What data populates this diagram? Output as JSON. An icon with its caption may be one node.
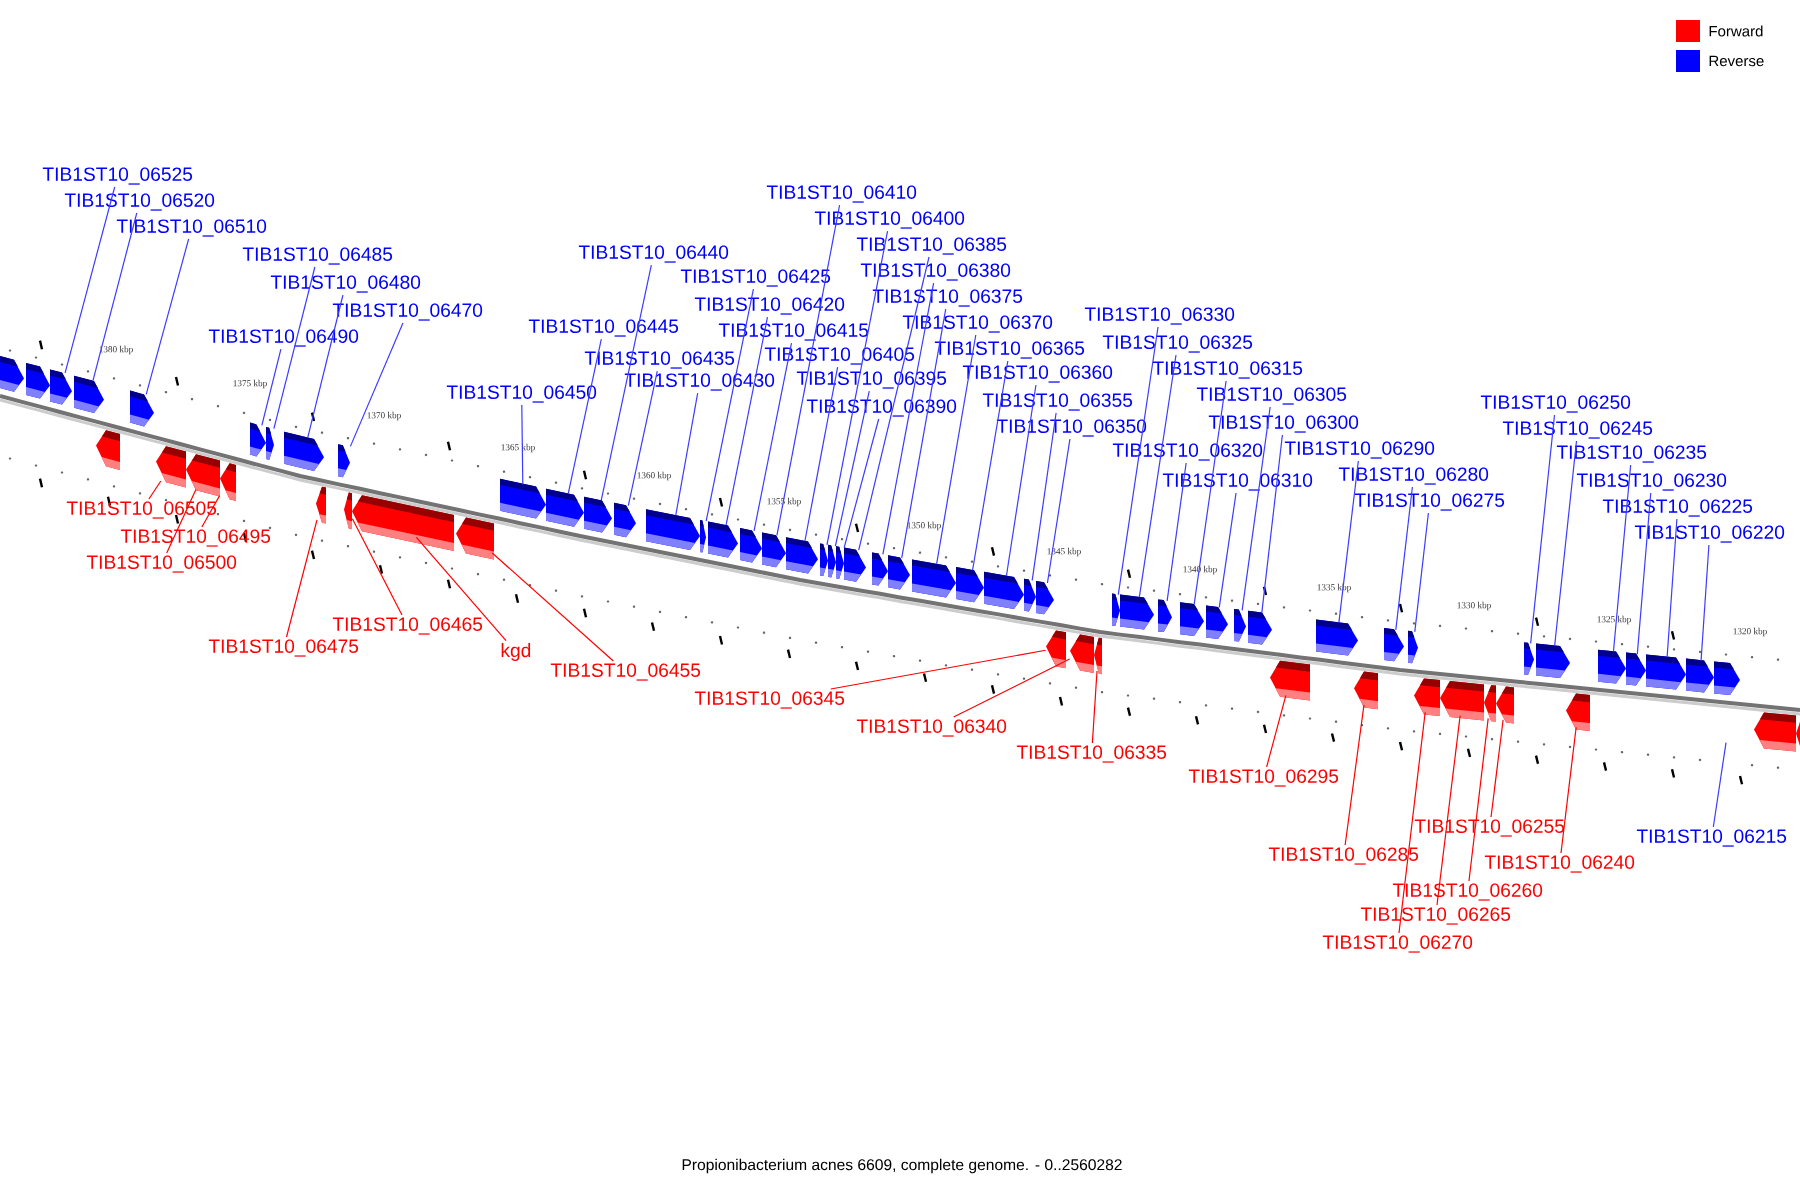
{
  "diagram": {
    "caption": "Propionibacterium acnes 6609, complete genome. - 0..2560282",
    "nodes": [
      {
        "text": [
          "TIB1ST10_06525"
        ]
      },
      {
        "text": [
          "TIB1ST10_06410"
        ]
      },
      {
        "text": [
          "TIB1ST10_06520"
        ]
      },
      {
        "text": [
          "TIB1ST10_06400"
        ]
      },
      {
        "text": [
          "TIB1ST10_06510"
        ]
      },
      {
        "text": [
          "TIB1ST10_06385"
        ]
      },
      {
        "text": [
          "TIB1ST10_06440"
        ]
      },
      {
        "text": [
          "TIB1ST10_06485"
        ]
      },
      {
        "text": [
          "TIB1ST10_06380"
        ]
      },
      {
        "text": [
          "TIB1ST10_06425"
        ]
      },
      {
        "text": [
          "TIB1ST10_06480"
        ]
      },
      {
        "text": [
          "TIB1ST10_06375"
        ]
      },
      {
        "text": [
          "TIB1ST10_06420"
        ]
      },
      {
        "text": [
          "TIB1ST10_06470"
        ]
      },
      {
        "text": [
          "TIB1ST10_06330"
        ]
      },
      {
        "text": [
          "TIB1ST10_06370"
        ]
      },
      {
        "text": [
          "TIB1ST10_06445"
        ]
      },
      {
        "text": [
          "TIB1ST10_06415"
        ]
      },
      {
        "text": [
          "TIB1ST10_06490"
        ]
      },
      {
        "text": [
          "TIB1ST10_06325"
        ]
      },
      {
        "text": [
          "TIB1ST10_06365"
        ]
      },
      {
        "text": [
          "TIB1ST10_06405"
        ]
      },
      {
        "text": [
          "TIB1ST10_06435"
        ]
      },
      {
        "text": [
          "TIB1ST10_06315"
        ]
      },
      {
        "text": [
          "TIB1ST10_06360"
        ]
      },
      {
        "text": [
          "TIB1ST10_06395"
        ]
      },
      {
        "text": [
          "TIB1ST10_06430"
        ]
      },
      {
        "text": [
          "TIB1ST10_06450"
        ]
      },
      {
        "text": [
          "TIB1ST10_06305"
        ]
      },
      {
        "text": [
          "TIB1ST10_06355"
        ]
      },
      {
        "text": [
          "TIB1ST10_06250"
        ]
      },
      {
        "text": [
          "TIB1ST10_06390"
        ]
      },
      {
        "text": [
          "TIB1ST10_06300"
        ]
      },
      {
        "text": [
          "TIB1ST10_06350"
        ]
      },
      {
        "text": [
          "TIB1ST10_06245"
        ]
      },
      {
        "text": [
          "TIB1ST10_06320"
        ]
      },
      {
        "text": [
          "TIB1ST10_06290"
        ]
      },
      {
        "text": [
          "TIB1ST10_06235"
        ]
      },
      {
        "text": [
          "TIB1ST10_06280"
        ]
      },
      {
        "text": [
          "TIB1ST10_06310"
        ]
      },
      {
        "text": [
          "TIB1ST10_06230"
        ]
      },
      {
        "text": [
          "TIB1ST10_06275"
        ]
      },
      {
        "text": [
          "TIB1ST10_06225"
        ]
      },
      {
        "text": [
          "TIB1ST10_06505"
        ]
      },
      {
        "text": [
          "TIB1ST10_06220"
        ]
      },
      {
        "text": [
          "TIB1ST10_06495"
        ]
      },
      {
        "text": [
          "TIB1ST10_06500"
        ]
      },
      {
        "text": [
          "TIB1ST10_06465"
        ]
      },
      {
        "text": [
          "TIB1ST10_06475"
        ]
      },
      {
        "text": [
          "kgd"
        ]
      },
      {
        "text": [
          "TIB1ST10_06455"
        ]
      },
      {
        "text": [
          "TIB1ST10_06345"
        ]
      },
      {
        "text": [
          "TIB1ST10_06340"
        ]
      },
      {
        "text": [
          "TIB1ST10_06335"
        ]
      },
      {
        "text": [
          "TIB1ST10_06295"
        ]
      },
      {
        "text": [
          "TIB1ST10_06255"
        ]
      },
      {
        "text": [
          "TIB1ST10_06215"
        ]
      },
      {
        "text": [
          "TIB1ST10_06285"
        ]
      },
      {
        "text": [
          "TIB1ST10_06240"
        ]
      },
      {
        "text": [
          "TIB1ST10_06260"
        ]
      },
      {
        "text": [
          "TIB1ST10_06265"
        ]
      },
      {
        "text": [
          "TIB1ST10_06270"
        ]
      },
      {
        "text": [],
        "shape": "pentagon"
      },
      {
        "text": [],
        "shape": "pentagon"
      },
      {
        "text": [],
        "shape": "pentagon"
      },
      {
        "text": [],
        "shape": "pentagon"
      },
      {
        "text": [],
        "shape": "pentagon"
      },
      {
        "text": [],
        "shape": "pentagon"
      },
      {
        "text": [],
        "shape": "pentagon"
      },
      {
        "text": [],
        "shape": "pentagon"
      },
      {
        "text": [],
        "shape": "pentagon"
      },
      {
        "text": [],
        "shape": "pentagon"
      },
      {
        "text": [],
        "shape": "pentagon"
      },
      {
        "text": [],
        "shape": "pentagon"
      },
      {
        "text": [],
        "shape": "pentagon"
      },
      {
        "text": [],
        "shape": "pentagon"
      },
      {
        "text": [],
        "shape": "pentagon"
      },
      {
        "text": [],
        "shape": "pentagon"
      },
      {
        "text": [],
        "shape": "pentagon"
      },
      {
        "text": [],
        "shape": "pentagon"
      },
      {
        "text": [],
        "shape": "pentagon"
      },
      {
        "text": [],
        "shape": "pentagon"
      },
      {
        "text": [],
        "shape": "pentagon"
      },
      {
        "text": [],
        "shape": "pentagon"
      },
      {
        "text": [],
        "shape": "pentagon"
      },
      {
        "text": [],
        "shape": "pentagon"
      },
      {
        "text": [],
        "shape": "pentagon"
      },
      {
        "text": [],
        "shape": "pentagon"
      },
      {
        "text": [],
        "shape": "pentagon"
      },
      {
        "text": [],
        "shape": "pentagon"
      },
      {
        "text": [],
        "shape": "pentagon"
      },
      {
        "text": [],
        "shape": "pentagon"
      },
      {
        "text": [],
        "shape": "pentagon"
      },
      {
        "text": [],
        "shape": "pentagon"
      },
      {
        "text": [],
        "shape": "pentagon"
      },
      {
        "text": [],
        "shape": "pentagon"
      },
      {
        "text": [],
        "shape": "pentagon"
      },
      {
        "text": [],
        "shape": "pentagon"
      },
      {
        "text": [],
        "shape": "pentagon"
      },
      {
        "text": [],
        "shape": "pentagon"
      },
      {
        "text": [],
        "shape": "pentagon"
      },
      {
        "text": [],
        "shape": "pentagon"
      },
      {
        "text": [],
        "shape": "pentagon"
      },
      {
        "text": [],
        "shape": "pentagon"
      },
      {
        "text": [],
        "shape": "pentagon"
      },
      {
        "text": [],
        "shape": "pentagon"
      },
      {
        "text": [],
        "shape": "pentagon"
      },
      {
        "text": [],
        "shape": "pentagon"
      },
      {
        "text": [],
        "shape": "pentagon"
      },
      {
        "text": [],
        "shape": "pentagon"
      },
      {
        "text": [],
        "shape": "pentagon"
      },
      {
        "text": [],
        "shape": "pentagon"
      },
      {
        "text": [],
        "shape": "pentagon"
      },
      {
        "text": [],
        "shape": "pentagon"
      },
      {
        "text": [],
        "shape": "pentagon"
      },
      {
        "text": [],
        "shape": "pentagon"
      },
      {
        "text": [],
        "shape": "pentagon"
      },
      {
        "text": [],
        "shape": "pentagon"
      },
      {
        "text": [],
        "shape": "pentagon"
      },
      {
        "text": [],
        "shape": "pentagon"
      },
      {
        "text": [],
        "shape": "pentagon"
      },
      {
        "text": [],
        "shape": "pentagon"
      },
      {
        "text": [],
        "shape": "pentagon"
      },
      {
        "text": [],
        "shape": "pentagon"
      },
      {
        "text": [],
        "shape": "pentagon"
      },
      {
        "text": [],
        "shape": "pentagon"
      },
      {
        "text": [],
        "shape": "pentagon"
      },
      {
        "text": [],
        "shape": "pentagon"
      },
      {
        "text": [],
        "shape": "pentagon"
      }
    ],
    "edges": [
      {
        "from": 0,
        "to": 64,
        "arrow": "none"
      },
      {
        "from": 1,
        "to": 79,
        "arrow": "none"
      },
      {
        "from": 2,
        "to": 65,
        "arrow": "none"
      },
      {
        "from": 3,
        "to": 81,
        "arrow": "none"
      },
      {
        "from": 4,
        "to": 66,
        "arrow": "none"
      },
      {
        "from": 5,
        "to": 84,
        "arrow": "none"
      },
      {
        "from": 6,
        "to": 73,
        "arrow": "none"
      },
      {
        "from": 7,
        "to": 68,
        "arrow": "none"
      },
      {
        "from": 8,
        "to": 85,
        "arrow": "none"
      },
      {
        "from": 9,
        "to": 76,
        "arrow": "none"
      },
      {
        "from": 10,
        "to": 69,
        "arrow": "none"
      },
      {
        "from": 11,
        "to": 86,
        "arrow": "none"
      },
      {
        "from": 12,
        "to": 77,
        "arrow": "none"
      },
      {
        "from": 13,
        "to": 70,
        "arrow": "none"
      },
      {
        "from": 14,
        "to": 92,
        "arrow": "none"
      },
      {
        "from": 15,
        "to": 87,
        "arrow": "none"
      },
      {
        "from": 16,
        "to": 72,
        "arrow": "none"
      },
      {
        "from": 17,
        "to": 78,
        "arrow": "none"
      },
      {
        "from": 18,
        "to": 67,
        "arrow": "none"
      },
      {
        "from": 19,
        "to": 93,
        "arrow": "none"
      },
      {
        "from": 20,
        "to": 88,
        "arrow": "none"
      },
      {
        "from": 21,
        "to": 80,
        "arrow": "none"
      },
      {
        "from": 22,
        "to": 74,
        "arrow": "none"
      },
      {
        "from": 23,
        "to": 95,
        "arrow": "none"
      },
      {
        "from": 24,
        "to": 89,
        "arrow": "none"
      },
      {
        "from": 25,
        "to": 82,
        "arrow": "none"
      },
      {
        "from": 26,
        "to": 75,
        "arrow": "none"
      },
      {
        "from": 27,
        "to": 71,
        "arrow": "none"
      },
      {
        "from": 28,
        "to": 97,
        "arrow": "none"
      },
      {
        "from": 29,
        "to": 90,
        "arrow": "none"
      },
      {
        "from": 30,
        "to": 102,
        "arrow": "none"
      },
      {
        "from": 31,
        "to": 83,
        "arrow": "none"
      },
      {
        "from": 32,
        "to": 98,
        "arrow": "none"
      },
      {
        "from": 33,
        "to": 91,
        "arrow": "none"
      },
      {
        "from": 34,
        "to": 103,
        "arrow": "none"
      },
      {
        "from": 35,
        "to": 94,
        "arrow": "none"
      },
      {
        "from": 36,
        "to": 99,
        "arrow": "none"
      },
      {
        "from": 37,
        "to": 104,
        "arrow": "none"
      },
      {
        "from": 38,
        "to": 100,
        "arrow": "none"
      },
      {
        "from": 39,
        "to": 96,
        "arrow": "none"
      },
      {
        "from": 40,
        "to": 105,
        "arrow": "none"
      },
      {
        "from": 41,
        "to": 101,
        "arrow": "none"
      },
      {
        "from": 42,
        "to": 106,
        "arrow": "none"
      },
      {
        "from": 43,
        "to": 110,
        "arrow": "none",
        "color": "#ff0000"
      },
      {
        "from": 44,
        "to": 107,
        "arrow": "none"
      },
      {
        "from": 45,
        "to": 112,
        "arrow": "none",
        "color": "#ff0000"
      },
      {
        "from": 46,
        "to": 111,
        "arrow": "none",
        "color": "#ff0000"
      },
      {
        "from": 47,
        "to": 114,
        "arrow": "none",
        "color": "#ff0000"
      },
      {
        "from": 48,
        "to": 113,
        "arrow": "none",
        "color": "#ff0000"
      },
      {
        "from": 49,
        "to": 115,
        "arrow": "none",
        "color": "#ff0000"
      },
      {
        "from": 50,
        "to": 116,
        "arrow": "none",
        "color": "#ff0000"
      },
      {
        "from": 51,
        "to": 117,
        "arrow": "none",
        "color": "#ff0000"
      },
      {
        "from": 52,
        "to": 118,
        "arrow": "none",
        "color": "#ff0000"
      },
      {
        "from": 53,
        "to": 119,
        "arrow": "none",
        "color": "#ff0000"
      },
      {
        "from": 54,
        "to": 120,
        "arrow": "none",
        "color": "#ff0000"
      },
      {
        "from": 55,
        "to": 125,
        "arrow": "none",
        "color": "#ff0000"
      },
      {
        "from": 56,
        "to": null,
        "arrow": "none"
      },
      {
        "from": 57,
        "to": 121,
        "arrow": "none",
        "color": "#ff0000"
      },
      {
        "from": 58,
        "to": 126,
        "arrow": "none",
        "color": "#ff0000"
      },
      {
        "from": 59,
        "to": 124,
        "arrow": "none",
        "color": "#ff0000"
      },
      {
        "from": 60,
        "to": 123,
        "arrow": "none",
        "color": "#ff0000"
      },
      {
        "from": 61,
        "to": 122,
        "arrow": "none",
        "color": "#ff0000"
      }
    ],
    "labels": [
      "1380 kbp",
      "1375 kbp",
      "1370 kbp",
      "1365 kbp",
      "1360 kbp",
      "1355 kbp",
      "1350 kbp",
      "1345 kbp",
      "1340 kbp",
      "1335 kbp",
      "1330 kbp",
      "1325 kbp",
      "1320 kbp"
    ],
    "legend": [
      {
        "text": "Forward",
        "color": "#ff0000"
      },
      {
        "text": "Reverse",
        "color": "#0000ff"
      }
    ]
  }
}
